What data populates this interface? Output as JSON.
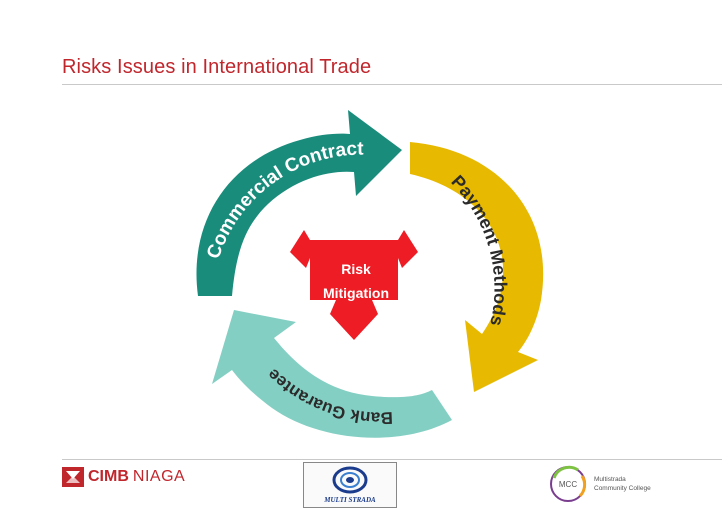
{
  "slide": {
    "title": "Risks Issues in International Trade"
  },
  "diagram": {
    "center": {
      "line1": "Risk",
      "line2": "Mitigation"
    },
    "segments": [
      {
        "label": "Commercial Contract",
        "color": "#1a8c7c"
      },
      {
        "label": "Payment Methods",
        "color": "#e7b900"
      },
      {
        "label": "Bank Guarantee",
        "color": "#84cfc3"
      }
    ],
    "center_color": "#ee1c24"
  },
  "footer": {
    "cimb_logo": {
      "bold": "CIMB",
      "light": "NIAGA"
    },
    "multistrada_logo": {
      "text": "MULTI STRADA"
    },
    "mcc_logo": {
      "abbr": "MCC",
      "line1": "Multistrada",
      "line2": "Community College"
    }
  }
}
